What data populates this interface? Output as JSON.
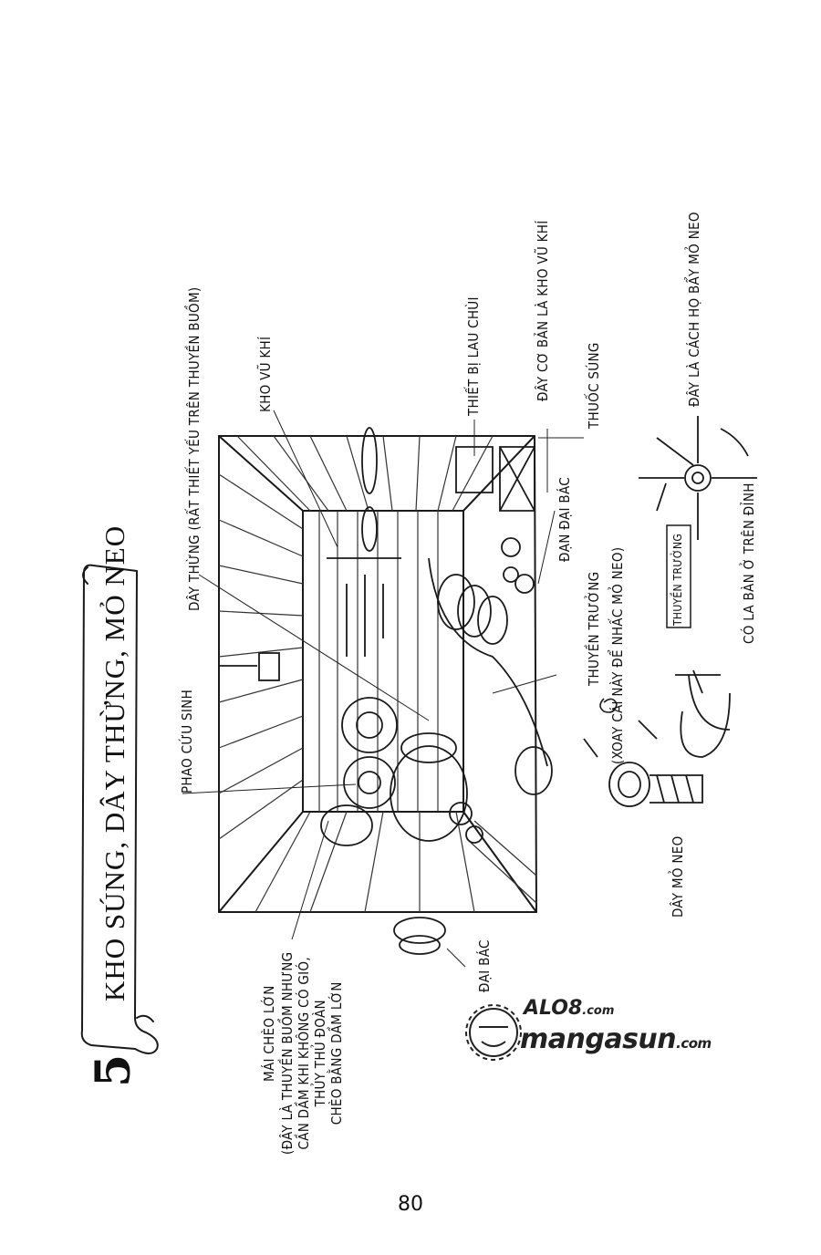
{
  "section": {
    "number": "5",
    "title": "KHO SÚNG, DÂY THỪNG, MỎ NEO"
  },
  "labels": {
    "rope": "DÂY THỪNG (RẤT THIẾT YẾU TRÊN THUYỀN BUỒM)",
    "armory": "KHO VŨ KHÍ",
    "cleaning": "THIẾT BỊ LAU CHÙI",
    "armory_basic": "ĐÂY CƠ BẢN LÀ KHO VŨ KHÍ",
    "gunpowder": "THUỐC SÚNG",
    "anchor_method": "ĐÂY LÀ CÁCH HỌ BẨY MỎ NEO",
    "cannonball": "ĐẠN ĐẠI BÁC",
    "captain": "THUYỀN TRƯỞNG",
    "captain_note": "(XOAY CÁI NÀY ĐỂ NHẤC MỎ NEO)",
    "captain_box": "THUYỀN TRƯỞNG",
    "compass": "CÓ LA BÀN Ở TRÊN ĐỈNH",
    "lifebuoy": "PHAO CỨU SINH",
    "anchor_rope": "DÂY MỎ NEO",
    "cannon": "ĐẠI BÁC",
    "oar_title": "MÁI CHÈO LỚN",
    "oar_note": "(ĐÂY LÀ THUYỀN BUỒM NHƯNG\nCẦN DẦM KHI KHÔNG CÓ GIÓ,\nTHỦY THỦ ĐOÀN\nCHÈO BẰNG DẦM LỚN"
  },
  "watermark": {
    "line1": "ALO8",
    "line1_suffix": ".com",
    "line2": "mangasun",
    "line2_suffix": ".com"
  },
  "page_number": "80"
}
